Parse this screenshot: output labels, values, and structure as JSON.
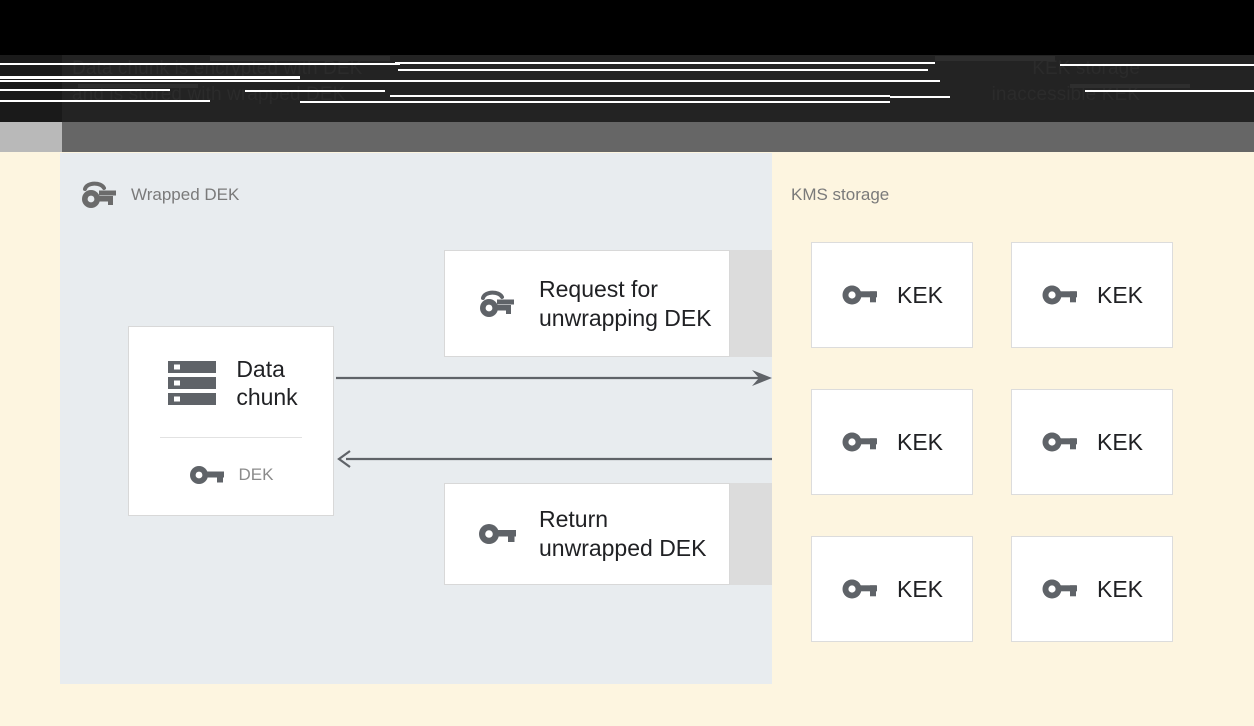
{
  "banner": {
    "left_caption_line1": "Data chunk is encrypted with DEK",
    "left_caption_line2": "and is stored with wrapped DEK",
    "right_caption_line1": "KEK storage",
    "right_caption_line2": "inaccessible KEK"
  },
  "colors": {
    "data_panel_bg": "#e8ecef",
    "kms_panel_bg": "#fdf5e0",
    "card_bg": "#ffffff",
    "card_border": "#d8d8d8",
    "card_shadow": "#dcdcdc",
    "icon_grey": "#5f6368",
    "title_grey": "#7a7a7a",
    "text_dark": "#202124",
    "arrow": "#5f6368",
    "banner_black": "#000000",
    "banner_dark": "#232323",
    "banner_grey": "#666666"
  },
  "data_panel": {
    "title": "Wrapped DEK",
    "title_icon": "wrapped-key-icon",
    "data_chunk": {
      "icon": "storage-chunk-icon",
      "label": "Data\nchunk",
      "key_icon": "key-icon",
      "key_label": "DEK"
    },
    "messages": [
      {
        "icon": "wrapped-key-icon",
        "label": "Request for\nunwrapping DEK"
      },
      {
        "icon": "key-icon",
        "label": "Return\nunwrapped DEK"
      }
    ],
    "arrows": [
      {
        "name": "request-arrow",
        "direction": "right"
      },
      {
        "name": "response-arrow",
        "direction": "left"
      }
    ]
  },
  "kms_panel": {
    "title": "KMS storage",
    "keks": [
      {
        "icon": "key-icon",
        "label": "KEK"
      },
      {
        "icon": "key-icon",
        "label": "KEK"
      },
      {
        "icon": "key-icon",
        "label": "KEK"
      },
      {
        "icon": "key-icon",
        "label": "KEK"
      },
      {
        "icon": "key-icon",
        "label": "KEK"
      },
      {
        "icon": "key-icon",
        "label": "KEK"
      }
    ]
  }
}
